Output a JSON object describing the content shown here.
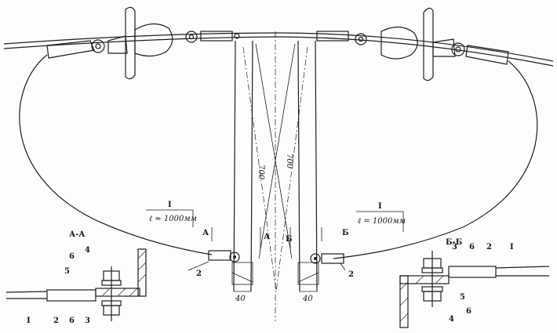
{
  "labels": {
    "section_aa": "А-А",
    "section_bb": "Б-Б",
    "dim_700_left": "700",
    "dim_700_right": "700",
    "dim_40_left": "40",
    "dim_40_right": "40",
    "mark_A_left": "А",
    "mark_A_right": "А",
    "mark_B_left": "Б",
    "mark_B_right": "Б",
    "roman_left": "I",
    "roman_right": "I",
    "length_left": "ℓ ≈ 1000мм",
    "length_right": "ℓ = 1000мм",
    "part2_left": "2",
    "part2_right": "2",
    "aa_4": "4",
    "aa_6": "6",
    "aa_5": "5",
    "aa_I": "I",
    "aa_2": "2",
    "aa_6b": "6",
    "aa_3": "3",
    "bb_3": "3",
    "bb_6": "6",
    "bb_2": "2",
    "bb_I": "I",
    "bb_5": "5",
    "bb_6b": "6",
    "bb_4": "4"
  }
}
